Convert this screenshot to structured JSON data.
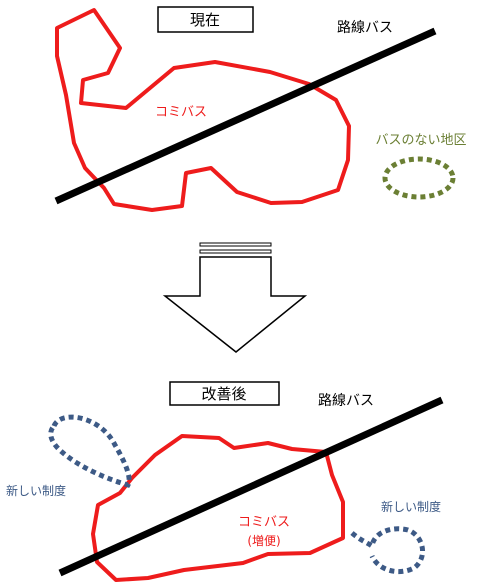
{
  "before": {
    "title": "現在",
    "route_bus_label": "路線バス",
    "community_bus_label": "コミバス",
    "no_bus_area_label": "バスのない地区"
  },
  "after": {
    "title": "改善後",
    "route_bus_label": "路線バス",
    "community_bus_label": "コミバス",
    "community_bus_note": "(増便)",
    "new_system_left_label": "新しい制度",
    "new_system_right_label": "新しい制度"
  },
  "colors": {
    "community_bus": "#ee1c1c",
    "route_bus": "#000000",
    "no_bus_area": "#6b7f34",
    "new_system": "#3d5a86",
    "text": "#000000"
  }
}
